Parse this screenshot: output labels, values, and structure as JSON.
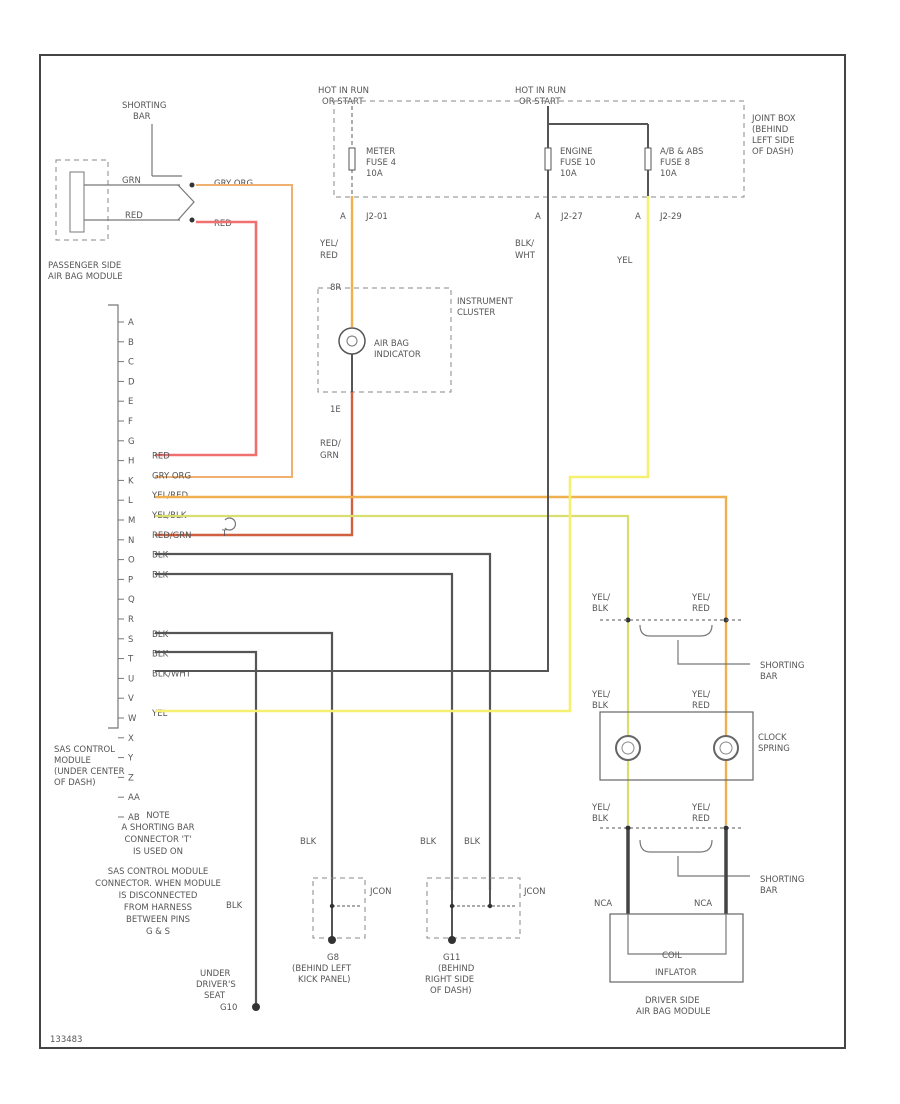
{
  "labels": {
    "hot_in_run_1": "HOT IN RUN",
    "hot_in_run_1b": "OR START",
    "hot_in_run_2": "HOT IN RUN",
    "hot_in_run_2b": "OR START",
    "junction_box_1": "JOINT BOX",
    "junction_box_2": "(BEHIND",
    "junction_box_3": "LEFT SIDE",
    "junction_box_4": "OF DASH)",
    "meter_fuse_1": "METER",
    "meter_fuse_2": "FUSE 4",
    "meter_fuse_3": "10A",
    "engine_fuse_1": "ENGINE",
    "engine_fuse_2": "FUSE 10",
    "engine_fuse_3": "10A",
    "abs_fuse_1": "A/B & ABS",
    "abs_fuse_2": "FUSE 8",
    "abs_fuse_3": "10A",
    "conn_a1": "A",
    "conn_2801": "J2-01",
    "conn_a2": "A",
    "conn_2827": "J2-27",
    "conn_a3": "A",
    "conn_2829": "J2-29",
    "shorting_bar_top_1": "SHORTING",
    "shorting_bar_top_2": "BAR",
    "pass_module_1": "PASSENGER SIDE",
    "pass_module_2": "AIR BAG MODULE",
    "w_grn_org": "GRN",
    "w_red_1": "RED",
    "w_grn_org_2": "GRY ORG",
    "w_red_2": "RED",
    "w_yel_red_1": "YEL/",
    "w_yel_red_2": "RED",
    "w_blk_wht_1": "BLK/",
    "w_blk_wht_2": "WHT",
    "w_yel_right": "YEL",
    "pin_8r": "8R",
    "inst_cluster_1": "INSTRUMENT",
    "inst_cluster_2": "CLUSTER",
    "airbag_ind_1": "AIR BAG",
    "airbag_ind_2": "INDICATOR",
    "pin_1e": "1E",
    "w_red_grn_1": "RED/",
    "w_red_grn_2": "GRN",
    "pins": [
      "A",
      "B",
      "C",
      "D",
      "E",
      "F",
      "G",
      "H",
      "K",
      "L",
      "M",
      "N",
      "O",
      "P",
      "Q",
      "R",
      "S",
      "T",
      "U",
      "V",
      "W",
      "X",
      "Y",
      "Z",
      "AA",
      "AB"
    ],
    "sdm_wires": [
      "RED",
      "GRY ORG",
      "YEL/RED",
      "YEL/BLK",
      "RED/GRN",
      "BLK",
      "BLK",
      "",
      "",
      "BLK",
      "BLK",
      "BLK/WHT",
      "",
      "YEL"
    ],
    "sdm_pin_letters": [
      "H",
      "K",
      "L",
      "M",
      "N",
      "O",
      "P",
      "Q",
      "U",
      "V",
      "W",
      "X",
      "Y",
      "Z",
      "AA",
      "AB"
    ],
    "shorting_bar_t": "T",
    "yel_blk_1": "YEL/",
    "yel_blk_1b": "BLK",
    "yel_red_1": "YEL/",
    "yel_red_1b": "RED",
    "shorting_bar_mid_1": "SHORTING",
    "shorting_bar_mid_2": "BAR",
    "yel_blk_2": "YEL/",
    "yel_blk_2b": "BLK",
    "yel_red_2": "YEL/",
    "yel_red_2b": "RED",
    "clock_spring_1": "CLOCK",
    "clock_spring_2": "SPRING",
    "yel_blk_3": "YEL/",
    "yel_blk_3b": "BLK",
    "yel_red_3": "YEL/",
    "yel_red_3b": "RED",
    "shorting_bar_bot_1": "SHORTING",
    "shorting_bar_bot_2": "BAR",
    "nca_1": "NCA",
    "nca_2": "NCA",
    "coil": "COIL",
    "inflator": "INFLATOR",
    "driver_module_1": "DRIVER SIDE",
    "driver_module_2": "AIR BAG MODULE",
    "sdm_1": "SAS CONTROL",
    "sdm_2": "MODULE",
    "sdm_3": "(UNDER CENTER",
    "sdm_4": "OF DASH)",
    "note_1": "NOTE",
    "note_2": "A SHORTING BAR",
    "note_3": "CONNECTOR 'T'",
    "note_4": "IS USED ON",
    "note_5": "SAS CONTROL MODULE",
    "note_6": "CONNECTOR. WHEN MODULE",
    "note_7": "IS DISCONNECTED",
    "note_8": "FROM HARNESS",
    "note_9": "BETWEEN PINS",
    "note_10": "G & S",
    "blk_g8": "BLK",
    "blk_g11_1": "BLK",
    "blk_g11_2": "BLK",
    "blk_seat": "BLK",
    "jcon_1": "JCON",
    "jcon_2": "JCON",
    "g8_1": "G8",
    "g8_2": "(BEHIND LEFT",
    "g8_3": "KICK PANEL)",
    "g11_1": "G11",
    "g11_2": "(BEHIND",
    "g11_3": "RIGHT SIDE",
    "g11_4": "OF DASH)",
    "seat_1": "UNDER",
    "seat_2": "DRIVER'S",
    "seat_3": "SEAT",
    "seat_4": "G10",
    "footer": "133483"
  }
}
